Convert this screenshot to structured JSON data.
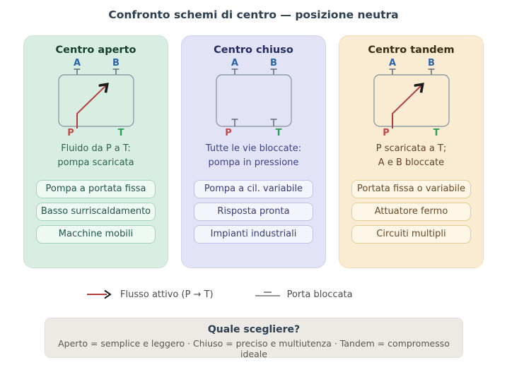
{
  "page": {
    "title": "Confronto schemi di centro — posizione neutra"
  },
  "panels": [
    {
      "title": "Centro aperto",
      "valve": "open",
      "ports": {
        "a": "A",
        "b": "B",
        "p": "P",
        "t": "T"
      },
      "desc_line1": "Fluido da P a T:",
      "desc_line2": "pompa scaricata",
      "pills": [
        "Pompa a portata fissa",
        "Basso surriscaldamento",
        "Macchine mobili"
      ]
    },
    {
      "title": "Centro chiuso",
      "valve": "closed",
      "ports": {
        "a": "A",
        "b": "B",
        "p": "P",
        "t": "T"
      },
      "desc_line1": "Tutte le vie bloccate:",
      "desc_line2": "pompa in pressione",
      "pills": [
        "Pompa a cil. variabile",
        "Risposta pronta",
        "Impianti industriali"
      ]
    },
    {
      "title": "Centro tandem",
      "valve": "tandem",
      "ports": {
        "a": "A",
        "b": "B",
        "p": "P",
        "t": "T"
      },
      "desc_line1": "P scaricata a T;",
      "desc_line2": "A e B bloccate",
      "pills": [
        "Portata fissa o variabile",
        "Attuatore fermo",
        "Circuiti multipli"
      ]
    }
  ],
  "legend": {
    "flow_label": "Flusso attivo (P → T)",
    "blocked_label": "Porta bloccata"
  },
  "footer": {
    "title": "Quale scegliere?",
    "text": "Aperto = semplice e leggero · Chiuso = preciso e multiutenza · Tandem = compromesso ideale"
  },
  "colors": {
    "title_text": "#2c3e50",
    "panel_open_bg": "#d9eee3",
    "panel_closed_bg": "#e2e3f6",
    "panel_tandem_bg": "#f9ecd3",
    "port_ab_blue": "#2b64ab",
    "port_p_red": "#c2494a",
    "port_t_green": "#2f9e57",
    "flow_arrow_red": "#b23f3e",
    "arrowhead_black": "#1c1c1c",
    "valve_outline_gray": "#909ca8",
    "blocked_stem_gray": "#66727f",
    "footer_bg": "#edeae5"
  }
}
